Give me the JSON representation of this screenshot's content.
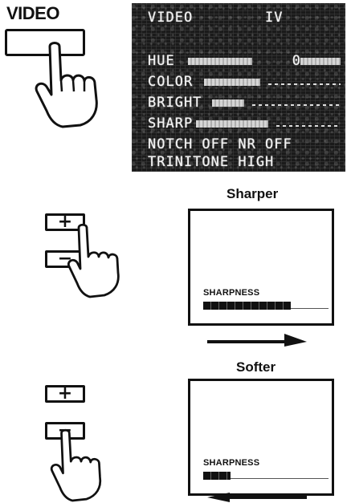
{
  "video_button": {
    "label": "VIDEO"
  },
  "osd": {
    "lines": [
      "VIDEO        IV",
      "HUE             0",
      "COLOR",
      "BRIGHT",
      "SHARP",
      "NOTCH OFF NR OFF",
      "TRINITONE HIGH"
    ]
  },
  "sharper": {
    "heading": "Sharper",
    "plus_label": "+",
    "minus_label": "−",
    "screen_label": "SHARPNESS",
    "level": 0.7,
    "arrow_direction": "right"
  },
  "softer": {
    "heading": "Softer",
    "plus_label": "+",
    "minus_label": "−",
    "screen_label": "SHARPNESS",
    "level": 0.22,
    "arrow_direction": "left"
  }
}
